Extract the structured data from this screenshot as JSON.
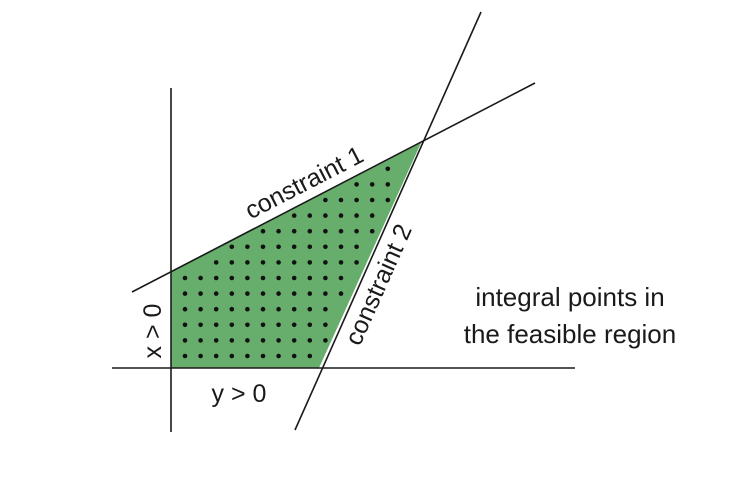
{
  "labels": {
    "constraint1": "constraint 1",
    "constraint2": "constraint 2",
    "x_axis_constraint": "x > 0",
    "y_axis_constraint": "y > 0",
    "caption_line1": "integral points in",
    "caption_line2": "the feasible region"
  },
  "colors": {
    "region_fill": "#67ad6b",
    "line": "#1a1a1a",
    "dot": "#111111"
  }
}
